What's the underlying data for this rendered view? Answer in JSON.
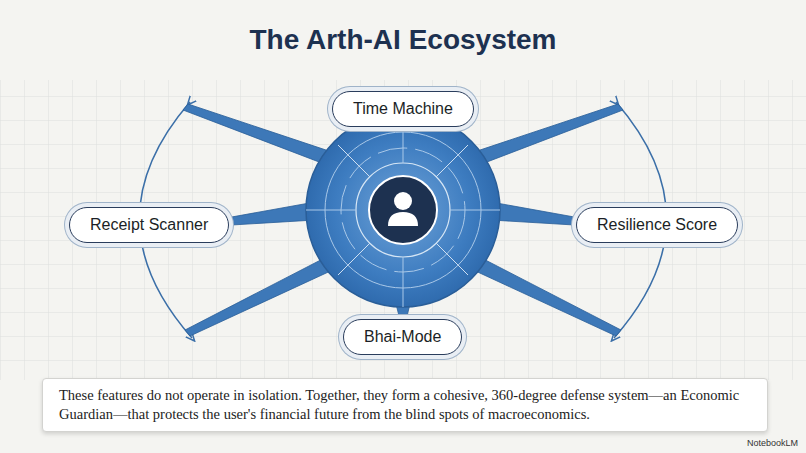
{
  "diagram": {
    "title": "The Arth-AI Ecosystem",
    "caption": "These features do not operate in isolation. Together, they form a cohesive, 360-degree defense system—an Economic Guardian—that protects the user's financial future from the blind spots of macroeconomics.",
    "nodes": [
      {
        "text": [
          "Time Machine"
        ]
      },
      {
        "text": [
          "Receipt Scanner"
        ]
      },
      {
        "text": [
          "Resilience Score"
        ]
      },
      {
        "text": [
          "Bhai-Mode"
        ]
      }
    ],
    "labels": [
      "NotebookLM"
    ]
  }
}
